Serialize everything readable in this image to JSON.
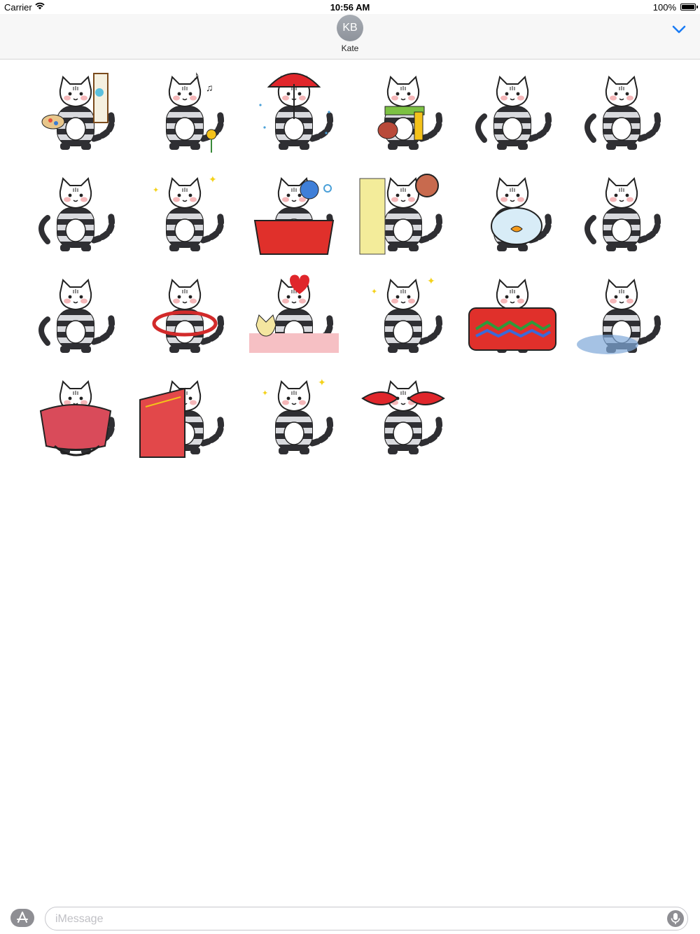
{
  "status_bar": {
    "carrier": "Carrier",
    "time": "10:56 AM",
    "battery_percent": "100%",
    "battery_level": 1.0
  },
  "header": {
    "avatar_initials": "KB",
    "contact_name": "Kate",
    "collapse_icon": "chevron-down-icon",
    "accent_color": "#1a7cf5"
  },
  "sticker_grid": {
    "columns": 6,
    "stickers": [
      {
        "name": "cat-painter-sticker",
        "scene": "painter",
        "accent": "#e94e3c"
      },
      {
        "name": "cat-singing-flower-sticker",
        "scene": "music",
        "accent": "#f4c21b"
      },
      {
        "name": "cat-umbrella-rain-sticker",
        "scene": "umbrella",
        "accent": "#e0262b"
      },
      {
        "name": "cat-scarf-tea-sticker",
        "scene": "scarf",
        "accent": "#7cc143"
      },
      {
        "name": "cat-jumping-sticker",
        "scene": "jump",
        "accent": "#3a3a3a"
      },
      {
        "name": "cat-upside-down-sticker",
        "scene": "upside",
        "accent": "#3a3a3a"
      },
      {
        "name": "cat-lying-white-sticker",
        "scene": "lying",
        "accent": "#3a3a3a"
      },
      {
        "name": "cat-waving-sparkle-sticker",
        "scene": "wave",
        "accent": "#f4d21b"
      },
      {
        "name": "cat-bathtub-sticker",
        "scene": "bath",
        "accent": "#e0302b"
      },
      {
        "name": "cat-basketball-sticker",
        "scene": "ball",
        "accent": "#c86a4e"
      },
      {
        "name": "cat-fishbowl-sticker",
        "scene": "fishbowl",
        "accent": "#f49a1b"
      },
      {
        "name": "cat-dancing-sticker",
        "scene": "dance",
        "accent": "#3a3a3a"
      },
      {
        "name": "cat-stretching-sticker",
        "scene": "stretch",
        "accent": "#c0392b"
      },
      {
        "name": "cat-hula-hoop-sticker",
        "scene": "hoop",
        "accent": "#d22a2a"
      },
      {
        "name": "cat-couple-hearts-sticker",
        "scene": "hearts",
        "accent": "#e0262b"
      },
      {
        "name": "cat-meditating-sticker",
        "scene": "meditate",
        "accent": "#f4d21b"
      },
      {
        "name": "cat-in-basket-sticker",
        "scene": "basket",
        "accent": "#e0302b"
      },
      {
        "name": "cat-puddle-sticker",
        "scene": "puddle",
        "accent": "#7fa8d8"
      },
      {
        "name": "cat-handbag-sticker",
        "scene": "handbag",
        "accent": "#d94b5a"
      },
      {
        "name": "cat-book-sticker",
        "scene": "book",
        "accent": "#e2484a"
      },
      {
        "name": "cat-surprised-sticker",
        "scene": "surprise",
        "accent": "#f4d21b"
      },
      {
        "name": "cat-fish-eyes-sticker",
        "scene": "fish",
        "accent": "#e0262b"
      }
    ]
  },
  "compose": {
    "placeholder": "iMessage",
    "value": "",
    "app_store_icon": "app-store-icon",
    "mic_icon": "microphone-icon"
  }
}
